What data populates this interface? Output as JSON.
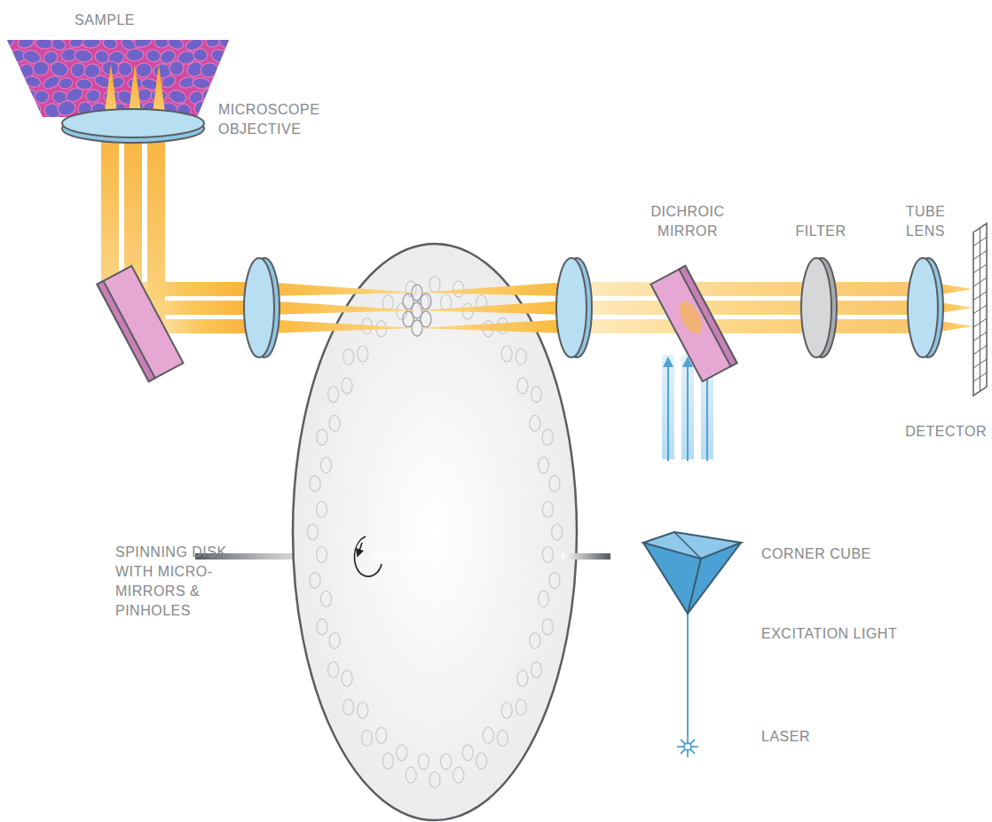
{
  "diagram": {
    "labels": [
      "SAMPLE",
      "MICROSCOPE OBJECTIVE",
      "DICHROIC MIRROR",
      "FILTER",
      "TUBE LENS",
      "DETECTOR",
      "SPINNING DISK WITH MICRO- MIRRORS & PINHOLES",
      "CORNER CUBE",
      "EXCITATION LIGHT",
      "LASER"
    ]
  }
}
